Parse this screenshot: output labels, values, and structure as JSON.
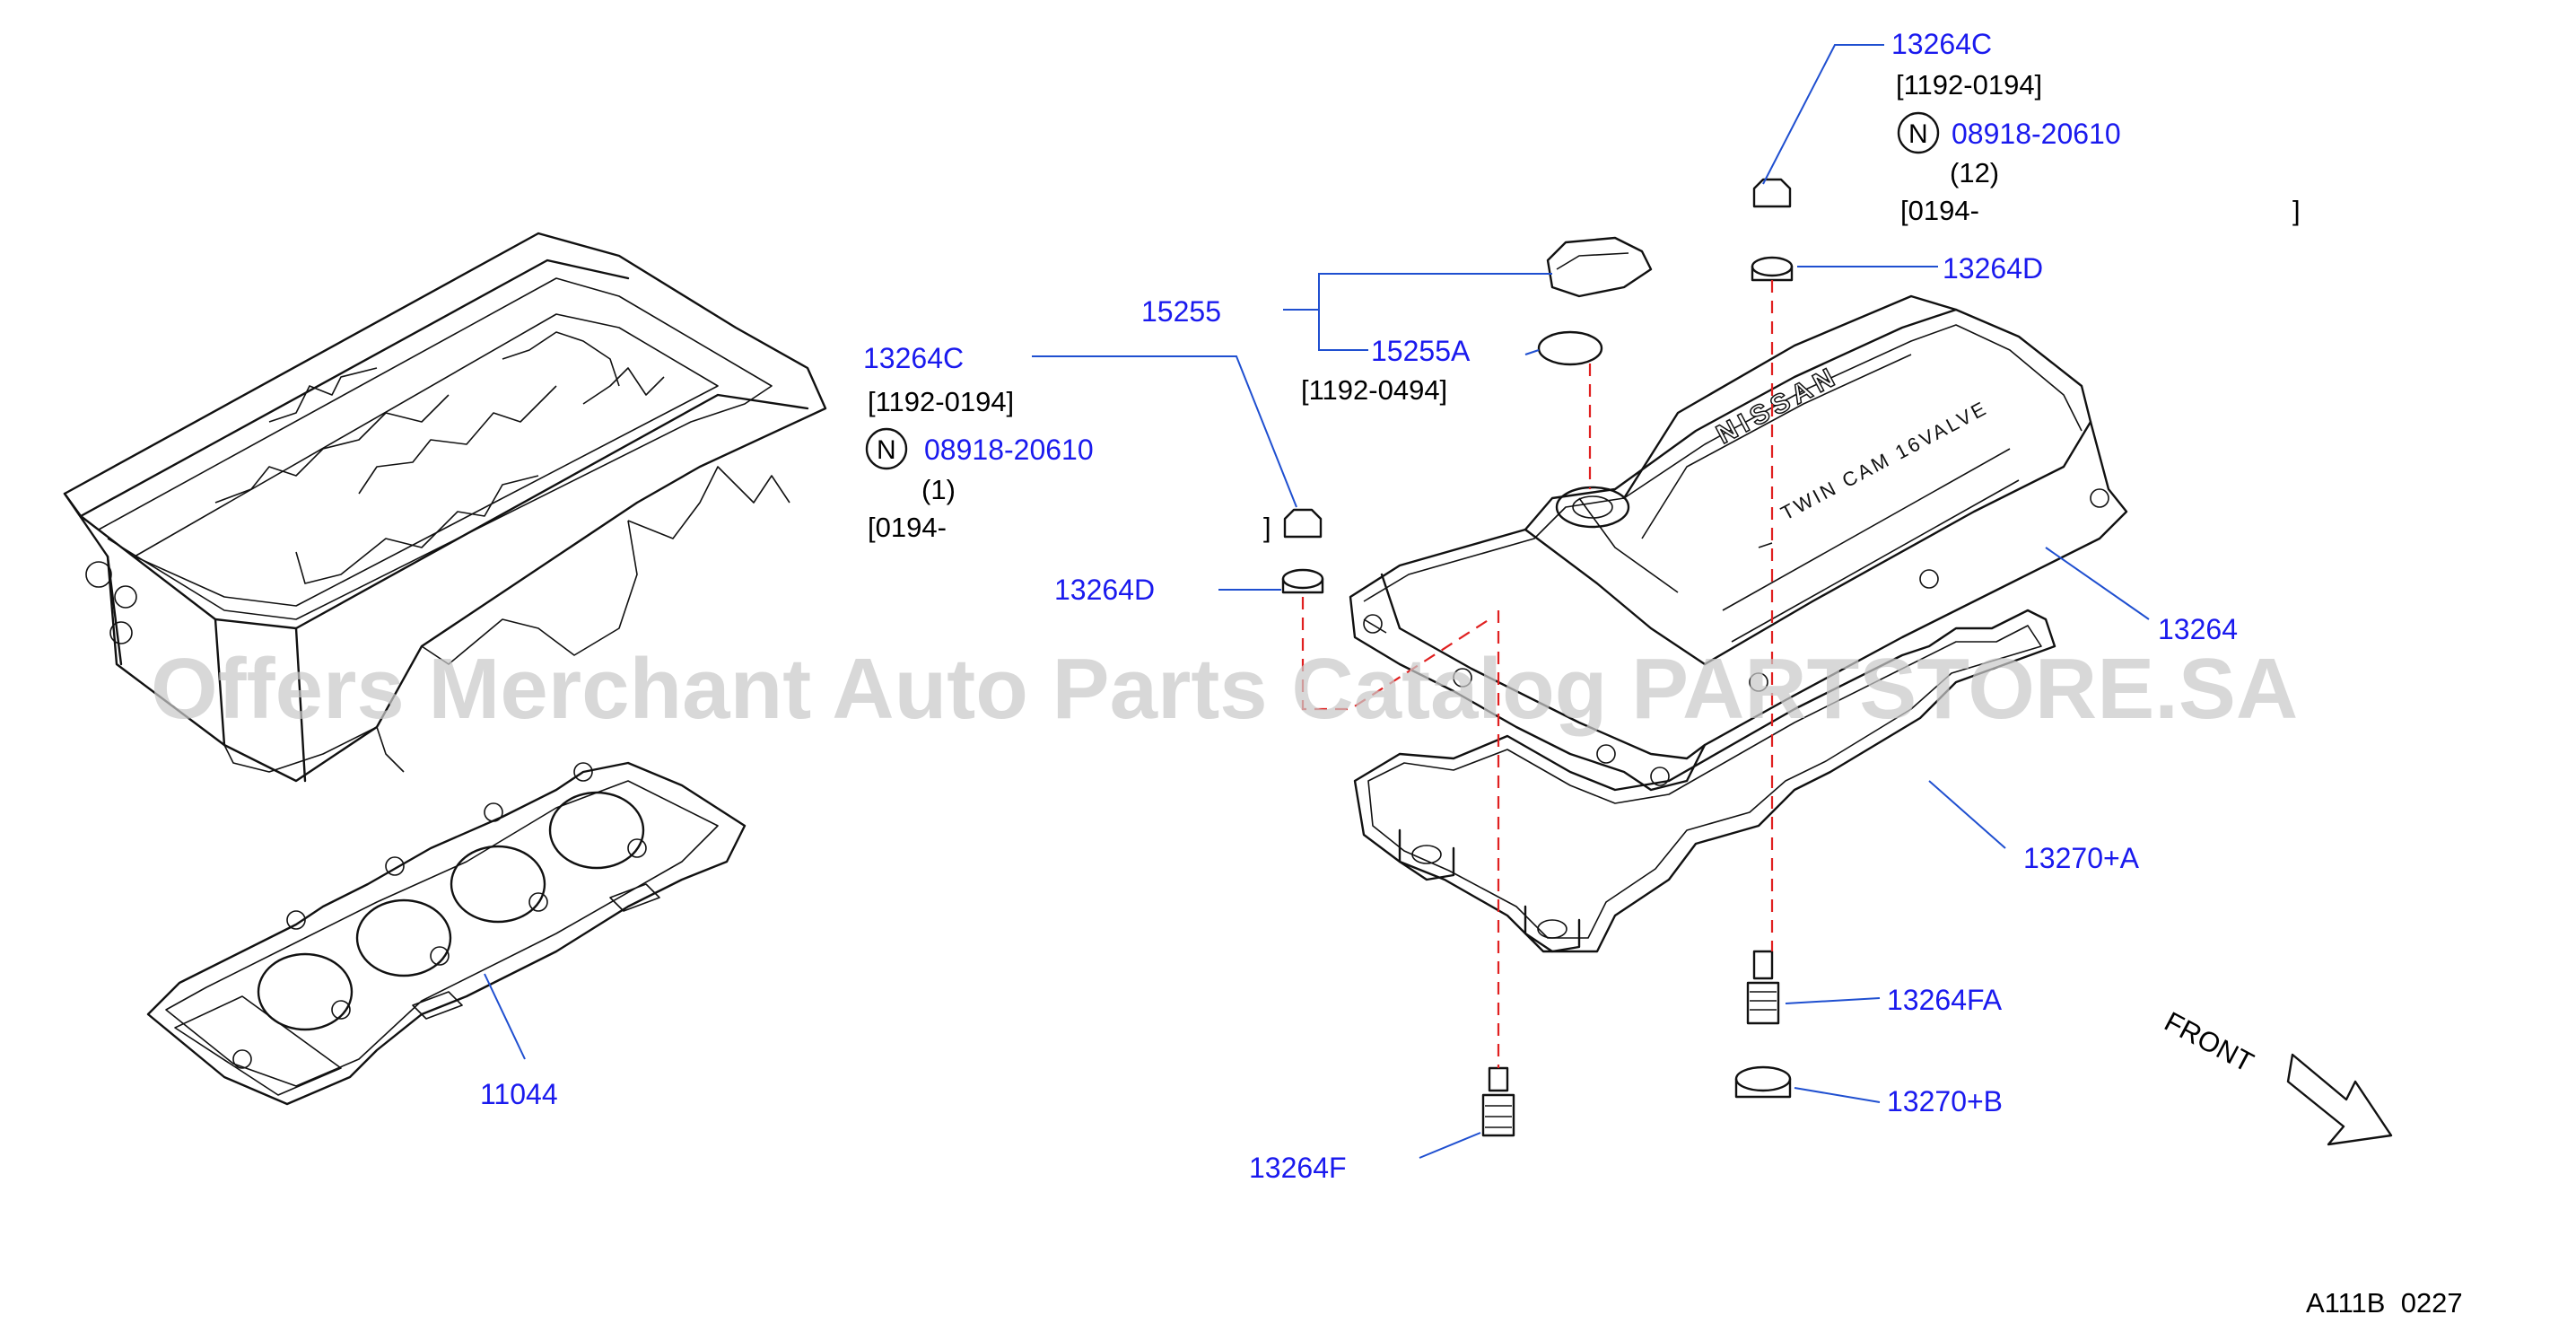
{
  "watermark": "Offers Merchant Auto Parts Catalog PARTSTORE.SA",
  "drawing_code": "A111B  0227",
  "front_label": "FRONT",
  "cover_text": {
    "brand": "NISSAN",
    "engine": "TWIN CAM 16VALVE"
  },
  "parts": {
    "p13264C_top": "13264C",
    "p13264C_top_range": "[1192-0194]",
    "p13264C_top_n_symbol": "N",
    "p13264C_top_n_part": "08918-20610",
    "p13264C_top_qty": "(12)",
    "p13264C_top_range2_open": "[0194-",
    "p13264C_top_range2_close": "]",
    "p13264D_top": "13264D",
    "p15255": "15255",
    "p15255A": "15255A",
    "p15255A_range": "[1192-0494]",
    "p13264C_left": "13264C",
    "p13264C_left_range": "[1192-0194]",
    "p13264C_left_n_symbol": "N",
    "p13264C_left_n_part": "08918-20610",
    "p13264C_left_qty": "(1)",
    "p13264C_left_range2_open": "[0194-",
    "p13264C_left_range2_close": "]",
    "p13264D_left": "13264D",
    "p13264": "13264",
    "p13270A": "13270+A",
    "p13264FA": "13264FA",
    "p13270B": "13270+B",
    "p13264F": "13264F",
    "p11044": "11044"
  }
}
